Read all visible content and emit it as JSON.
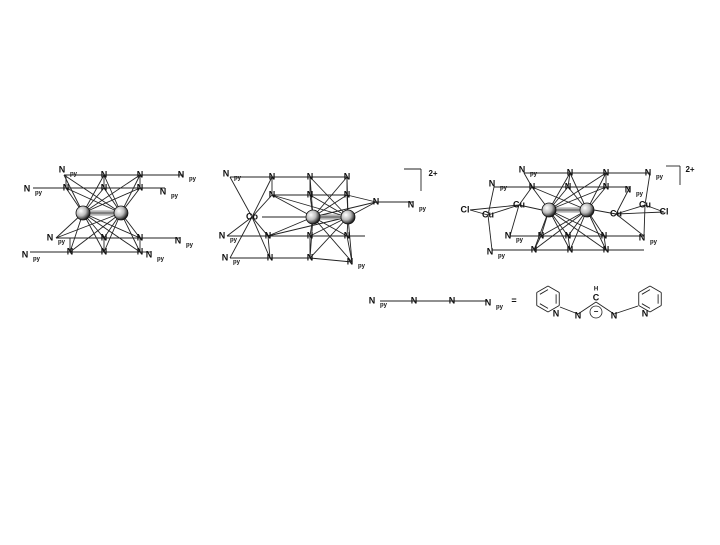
{
  "labels": {
    "n": "N",
    "npy_main": "N",
    "npy_sub": "py",
    "co": "Co",
    "cu": "Cu",
    "cl": "Cl",
    "charge": "2+",
    "equals": "=",
    "minus": "−"
  },
  "colors": {
    "line": "#222222",
    "metal_fill": "#dddddd",
    "background": "#ffffff"
  }
}
